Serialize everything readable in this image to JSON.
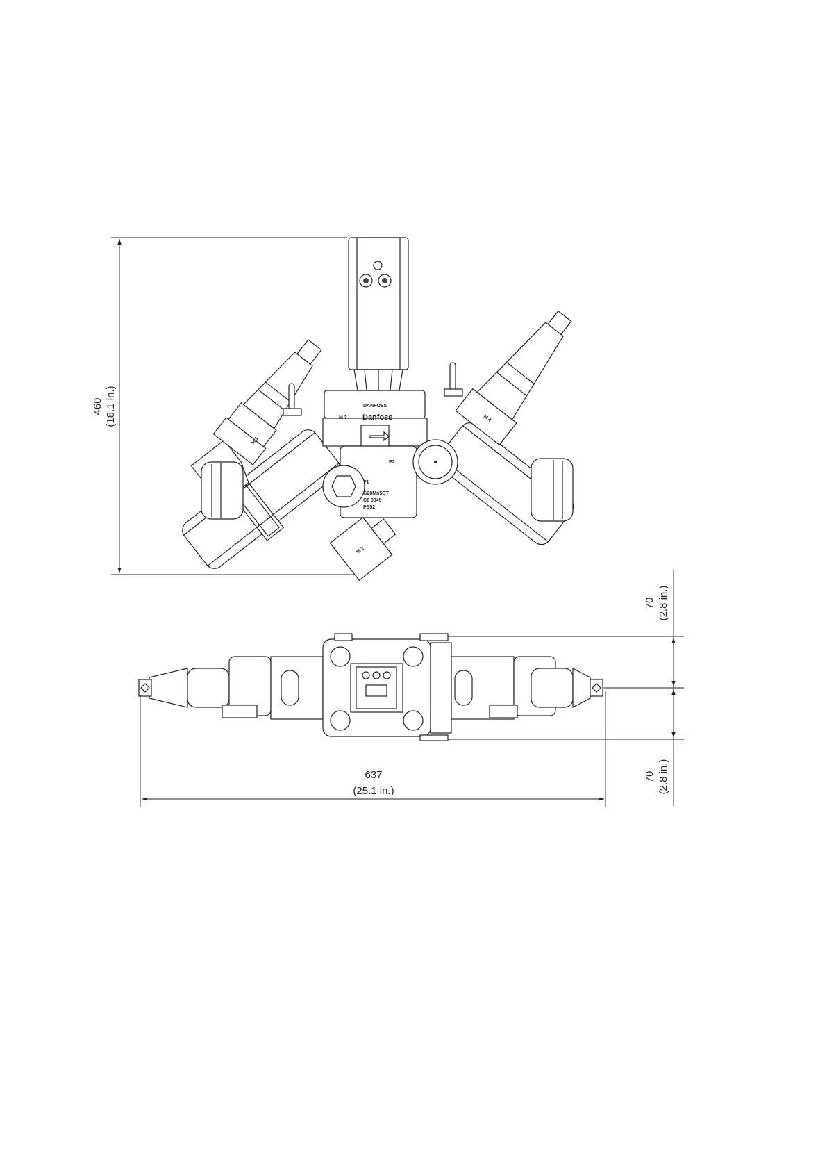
{
  "dimensions": {
    "height": {
      "value": "460",
      "imperial": "(18.1 in.)"
    },
    "width": {
      "value": "637",
      "imperial": "(25.1 in.)"
    },
    "upper_half": {
      "value": "70",
      "imperial": "(2.8 in.)"
    },
    "lower_half": {
      "value": "70",
      "imperial": "(2.8 in.)"
    }
  },
  "top_view_labels": {
    "brand_upper": "DANFOSS",
    "brand_main": "Danfoss",
    "m1": "M 1",
    "m2": "M 2",
    "m3": "M 3",
    "m4": "M 4",
    "p1": "P1",
    "p2": "P2",
    "material": "G20Mn5QT",
    "ce": "C€ 0045",
    "ps": "PS52"
  }
}
